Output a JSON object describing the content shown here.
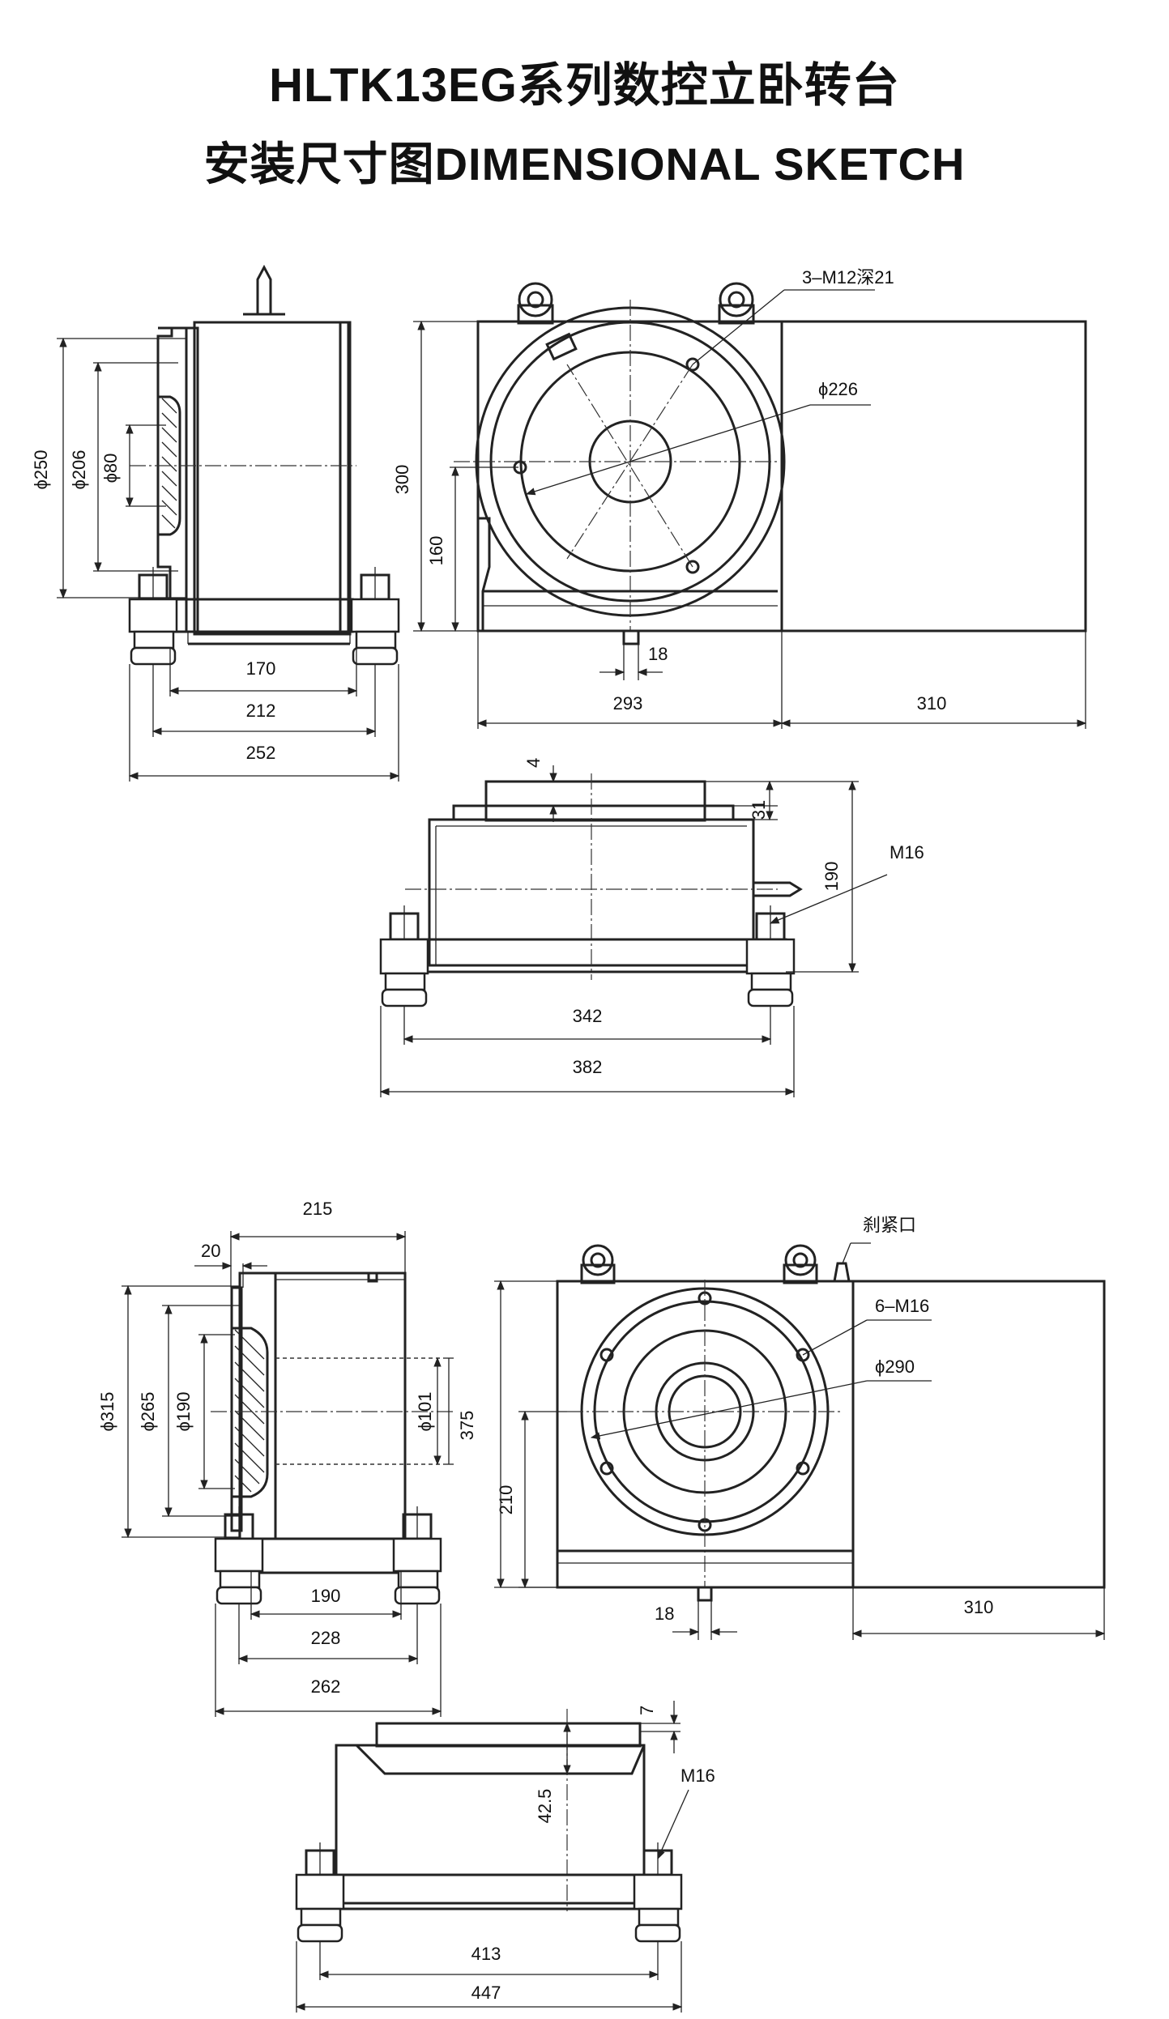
{
  "title": {
    "line1": "HLTK13EG系列数控立卧转台",
    "line2": "安装尺寸图DIMENSIONAL SKETCH"
  },
  "upper": {
    "side_view": {
      "dia_250": "ϕ250",
      "dia_206": "ϕ206",
      "dia_80": "ϕ80",
      "w_170": "170",
      "w_212": "212",
      "w_252": "252"
    },
    "front_view": {
      "h_300": "300",
      "h_160": "160",
      "tapped_holes": "3–M12深21",
      "dia_226": "ϕ226",
      "slot_18": "18",
      "w_293": "293",
      "w_310": "310"
    },
    "top_view": {
      "t_4": "4",
      "t_31": "31",
      "h_190": "190",
      "bolt": "M16",
      "w_342": "342",
      "w_382": "382"
    }
  },
  "lower": {
    "side_view": {
      "w_215": "215",
      "w_20": "20",
      "dia_315": "ϕ315",
      "dia_265": "ϕ265",
      "dia_190": "ϕ190",
      "dia_101": "ϕ101",
      "h_375": "375",
      "w_190": "190",
      "w_228": "228",
      "w_262": "262"
    },
    "front_view": {
      "brake_port": "刹紧口",
      "tapped_holes": "6–M16",
      "dia_290": "ϕ290",
      "h_210": "210",
      "slot_18": "18",
      "w_310": "310"
    },
    "top_view": {
      "t_7": "7",
      "t_42_5": "42.5",
      "bolt": "M16",
      "w_413": "413",
      "w_447": "447"
    }
  }
}
